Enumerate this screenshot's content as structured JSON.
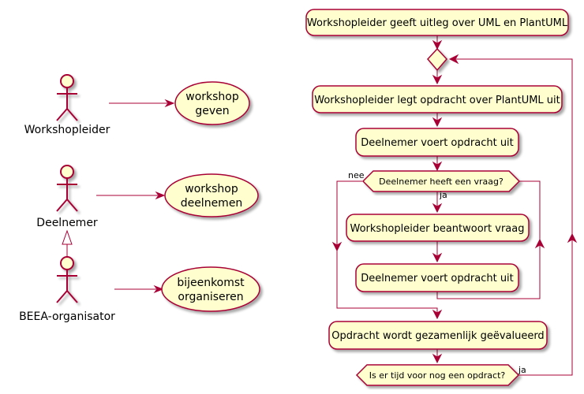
{
  "use_case": {
    "actors": [
      {
        "name": "Workshopleider"
      },
      {
        "name": "Deelnemer"
      },
      {
        "name": "BEEA-organisator"
      }
    ],
    "use_cases": [
      {
        "line1": "workshop",
        "line2": "geven"
      },
      {
        "line1": "workshop",
        "line2": "deelnemen"
      },
      {
        "line1": "bijeenkomst",
        "line2": "organiseren"
      }
    ]
  },
  "activity": {
    "step1": "Workshopleider geeft uitleg over UML en PlantUML",
    "step2": "Workshopleider legt opdracht over PlantUML uit",
    "step3": "Deelnemer voert opdracht uit",
    "decision1": "Deelnemer heeft een vraag?",
    "decision1_no": "nee",
    "decision1_yes": "ja",
    "step4": "Workshopleider beantwoort vraag",
    "step5": "Deelnemer voert opdracht uit",
    "step6": "Opdracht wordt gezamenlijk geëvalueerd",
    "decision2": "Is er tijd voor nog een opdract?",
    "decision2_yes": "ja"
  },
  "colors": {
    "fill": "#FEFECE",
    "stroke": "#A80036"
  }
}
